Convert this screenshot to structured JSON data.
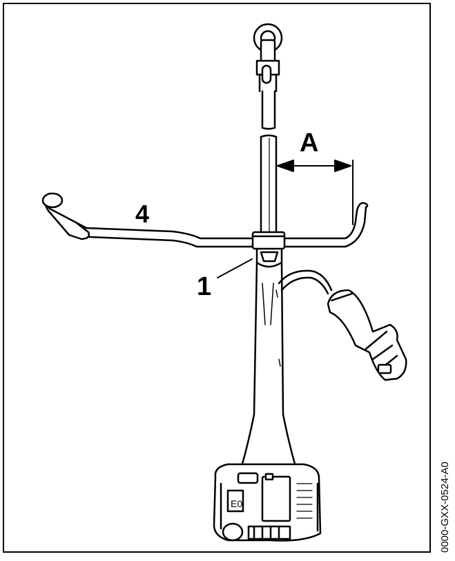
{
  "labels": {
    "dimension": "A",
    "handlebar": "4",
    "clamp": "1"
  },
  "figure_code": "0000-GXX-0524-A0"
}
